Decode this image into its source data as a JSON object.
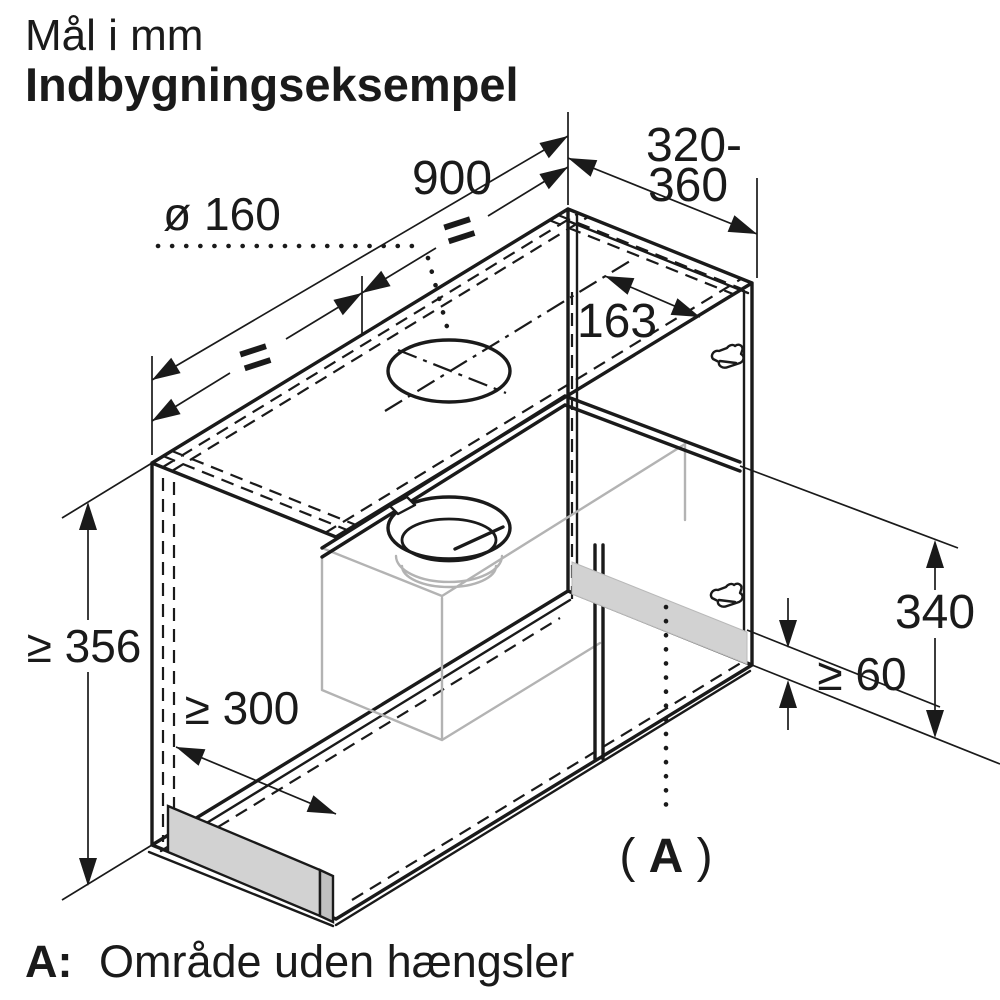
{
  "title": {
    "line1": "Mål i mm",
    "line2": "Indbygningseksempel"
  },
  "dimensions": {
    "width": "900",
    "depth_line1": "320-",
    "depth_line2": "360",
    "hole_diameter": "ø 160",
    "hole_offset": "163",
    "niche_height": "≥ 356",
    "inner_depth": "≥ 300",
    "hinge_zone_height": "340",
    "hinge_free_height": "≥ 60",
    "equal_left": "=",
    "equal_right": "="
  },
  "area_label": {
    "open": "(",
    "letter": "A",
    "close": ")"
  },
  "caption": {
    "prefix": "A:",
    "text": "Område uden hængsler"
  },
  "colors": {
    "line": "#1a1a1a",
    "shaded_area": "#d2d2d2",
    "hood_outline": "#b3b3b3",
    "background": "#ffffff"
  }
}
